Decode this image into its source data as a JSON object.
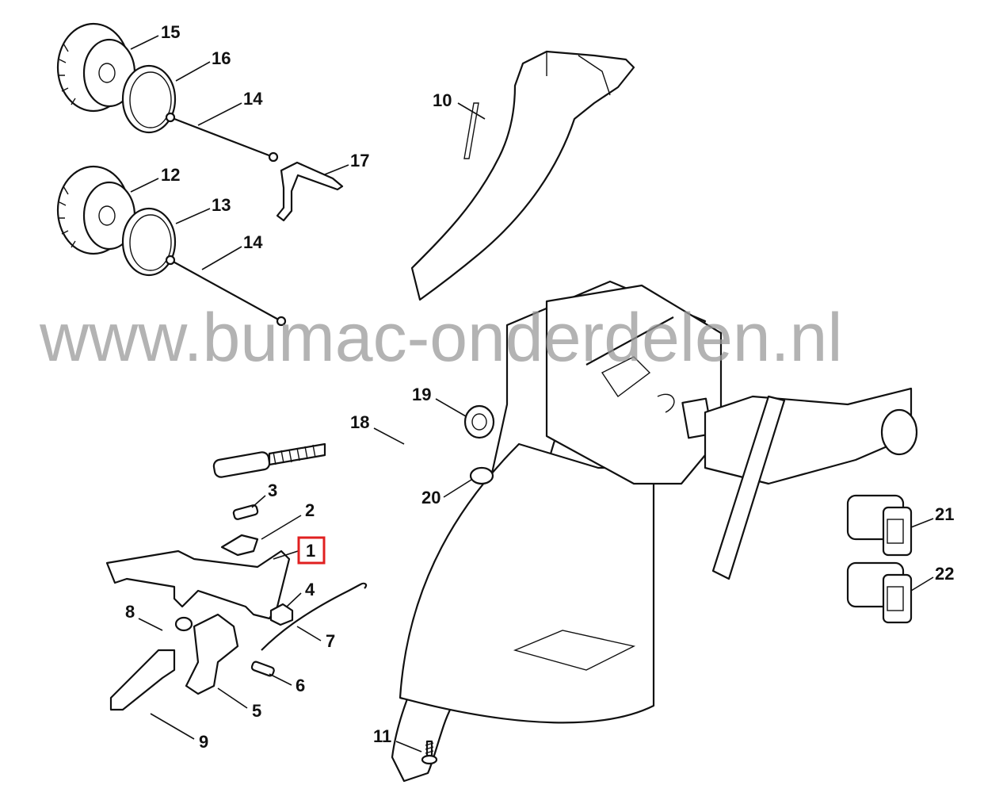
{
  "diagram": {
    "labels": {
      "l15": "15",
      "l16": "16",
      "l14a": "14",
      "l17": "17",
      "l12": "12",
      "l13": "13",
      "l14b": "14",
      "l10": "10",
      "l19": "19",
      "l18": "18",
      "l3": "3",
      "l2": "2",
      "l1": "1",
      "l20": "20",
      "l4": "4",
      "l7": "7",
      "l8": "8",
      "l6": "6",
      "l5": "5",
      "l9": "9",
      "l11": "11",
      "l21": "21",
      "l22": "22"
    },
    "highlighted_part": "1",
    "highlight_color": "#e02020"
  },
  "watermark": "www.bumac-onderdelen.nl"
}
